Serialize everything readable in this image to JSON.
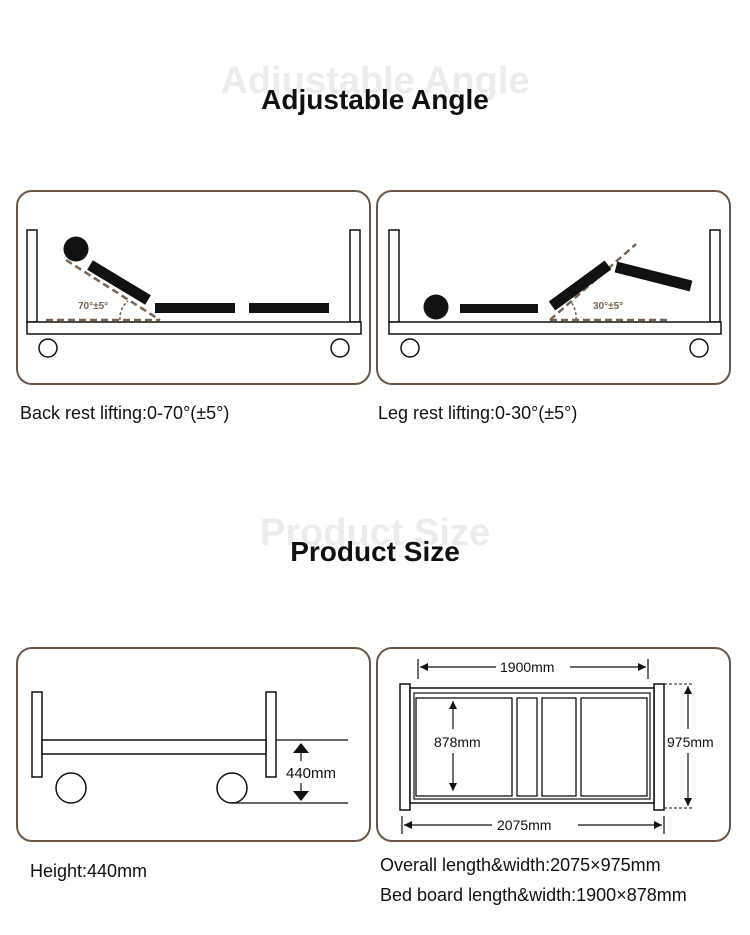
{
  "section_angle": {
    "ghost_title": "Adjustable Angle",
    "title": "Adjustable Angle",
    "back_angle_label": "70°±5°",
    "leg_angle_label": "30°±5°",
    "back_caption": "Back rest lifting:0-70°(±5°)",
    "leg_caption": "Leg rest lifting:0-30°(±5°)"
  },
  "section_size": {
    "ghost_title": "Product Size",
    "title": "Product Size",
    "height_label": "440mm",
    "board_length_label": "1900mm",
    "board_width_label": "878mm",
    "overall_width_label": "975mm",
    "overall_length_label": "2075mm",
    "height_caption": "Height:440mm",
    "overall_caption": "Overall length&width:2075×975mm",
    "board_caption": "Bed board length&width:1900×878mm"
  },
  "colors": {
    "border": "#6b5646",
    "dashed": "#7a6452",
    "ink": "#111111"
  }
}
